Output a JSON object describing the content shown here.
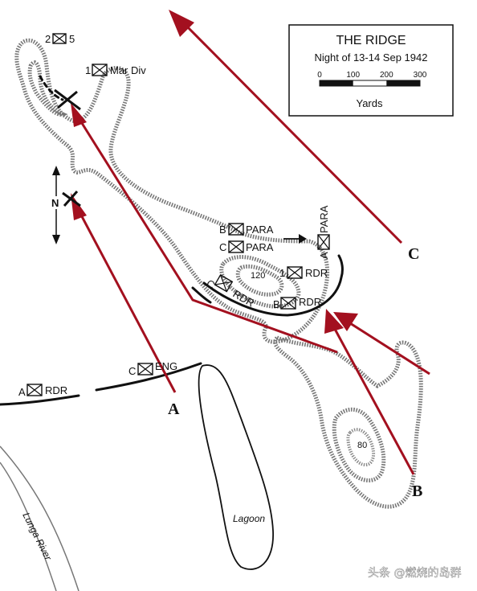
{
  "legend": {
    "title": "THE RIDGE",
    "subtitle": "Night of 13-14 Sep 1942",
    "scale_ticks": [
      "0",
      "100",
      "200",
      "300"
    ],
    "scale_unit": "Yards"
  },
  "north_label": "N",
  "attack_labels": {
    "a": "A",
    "b": "B",
    "c": "C"
  },
  "units": {
    "u2_5": {
      "prefix": "2",
      "suffix": "5"
    },
    "u1_mar_div": {
      "prefix": "1",
      "suffix": "Mar Div"
    },
    "b_para": {
      "prefix": "B",
      "suffix": "PARA"
    },
    "c_para": {
      "prefix": "C",
      "suffix": "PARA"
    },
    "a_para": {
      "prefix": "A",
      "suffix": "PARA"
    },
    "u1_rdr": {
      "prefix": "1",
      "suffix": "RDR"
    },
    "c_rdr": {
      "prefix": "C",
      "suffix": "RDR"
    },
    "b_rdr": {
      "prefix": "B",
      "suffix": "RDR"
    },
    "c_eng": {
      "prefix": "C",
      "suffix": "ENG"
    },
    "a_rdr": {
      "prefix": "A",
      "suffix": "RDR"
    }
  },
  "elevations": {
    "e120": "120",
    "e80": "80"
  },
  "water": {
    "lagoon": "Lagoon",
    "river": "Lunga River"
  },
  "watermark": "头条 @燃烧的岛群",
  "colors": {
    "attack_arrow": "#a3101f",
    "contour": "#777777",
    "line": "#111111"
  }
}
